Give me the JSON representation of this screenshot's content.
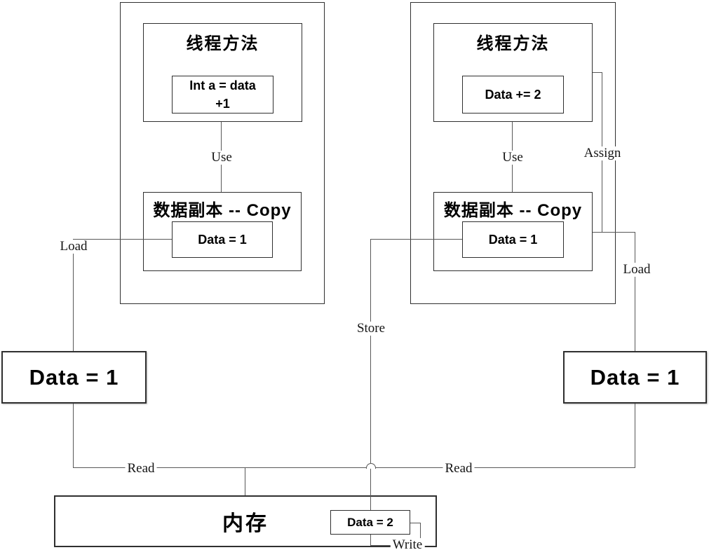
{
  "threads": {
    "left": {
      "method_title": "线程方法",
      "code": "Int a = data\n+1",
      "copy_title": "数据副本 -- Copy",
      "copy_value": "Data = 1",
      "main_value": "Data = 1",
      "use_label": "Use",
      "load_label": "Load",
      "read_label": "Read"
    },
    "right": {
      "method_title": "线程方法",
      "code": "Data += 2",
      "copy_title": "数据副本 -- Copy",
      "copy_value": "Data = 1",
      "main_value": "Data = 1",
      "use_label": "Use",
      "assign_label": "Assign",
      "load_label": "Load",
      "read_label": "Read"
    }
  },
  "memory": {
    "title": "内存",
    "value": "Data = 2",
    "store_label": "Store",
    "write_label": "Write"
  },
  "colors": {
    "line": "#585858",
    "box_border": "#2f2f2f",
    "background": "#ffffff",
    "text": "#000000"
  }
}
